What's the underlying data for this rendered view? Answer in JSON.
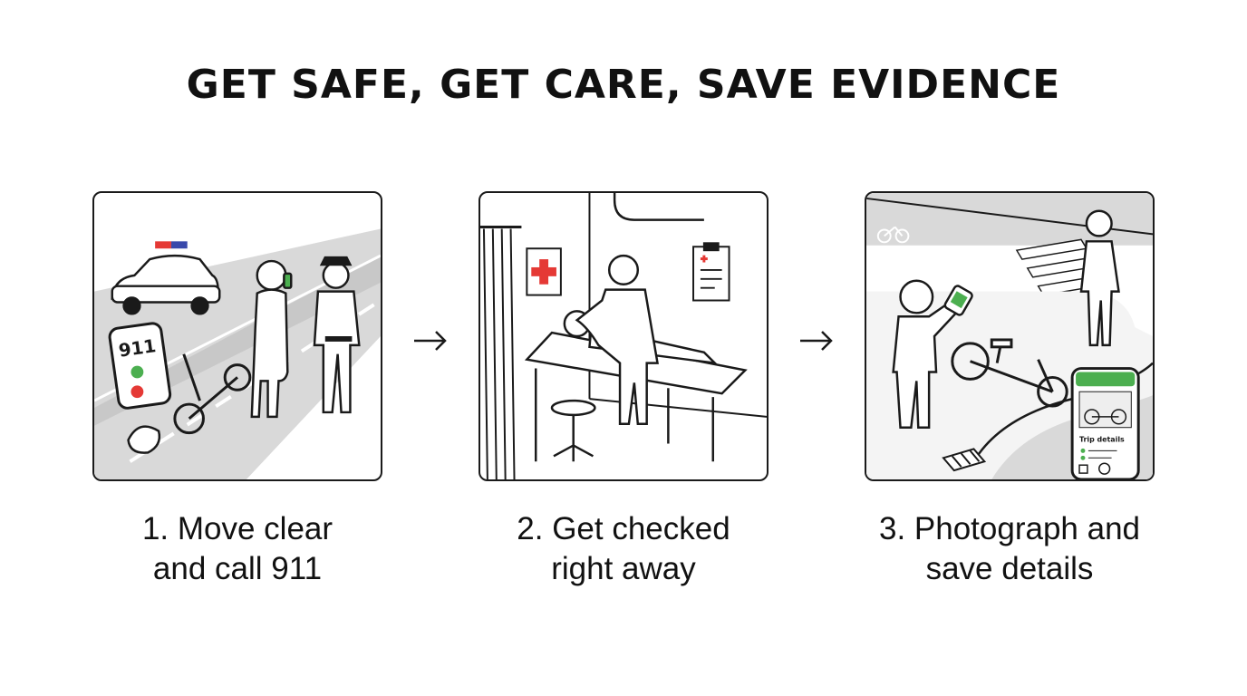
{
  "title": "GET SAFE, GET CARE, SAVE EVIDENCE",
  "steps": [
    {
      "line1": "1. Move clear",
      "line2": "and call 911",
      "phone_text": "911"
    },
    {
      "line1": "2. Get checked",
      "line2": "right away"
    },
    {
      "line1": "3. Photograph and",
      "line2": "save details",
      "app_label": "Trip details"
    }
  ],
  "arrow_glyph": "→",
  "colors": {
    "ink": "#1a1a1a",
    "road": "#d9d9d9",
    "siren_red": "#e53935",
    "siren_blue": "#3949ab",
    "phone_green": "#4caf50",
    "cross_red": "#e53935"
  }
}
